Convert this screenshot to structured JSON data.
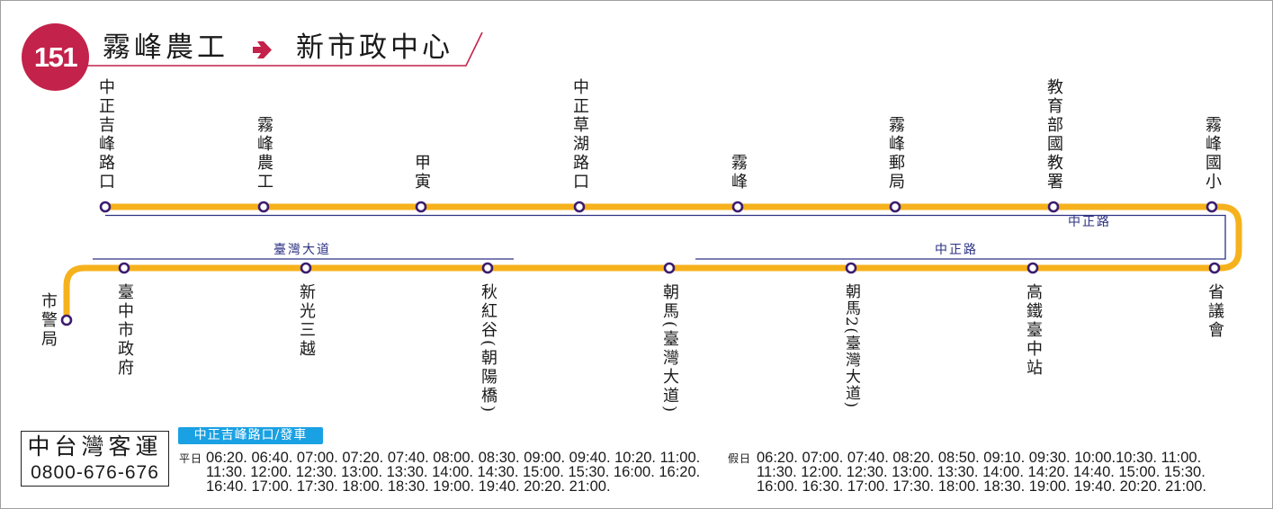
{
  "route": {
    "number": "151",
    "origin": "霧峰農工",
    "destination": "新市政中心"
  },
  "icons": {
    "direction": "arrow-right-icon"
  },
  "stops_top": [
    "中正吉峰路口",
    "霧峰農工",
    "甲寅",
    "中正草湖路口",
    "霧峰",
    "霧峰郵局",
    "教育部國教署",
    "霧峰國小"
  ],
  "stops_bottom": [
    "臺中市政府",
    "新光三越",
    "秋紅谷(朝陽橋)",
    "朝馬(臺灣大道)",
    "朝馬2(臺灣大道)",
    "高鐵臺中站",
    "省議會"
  ],
  "terminal": "市警局",
  "roads": {
    "zhongzheng_upper": "中正路",
    "zhongzheng_lower": "中正路",
    "taiwan_blvd": "臺灣大道"
  },
  "operator": {
    "name": "中台灣客運",
    "phone": "0800-676-676"
  },
  "departure_label": "中正吉峰路口/發車",
  "schedule": {
    "weekday": {
      "label": "平日",
      "lines": [
        "06:20. 06:40. 07:00. 07:20. 07:40. 08:00. 08:30. 09:00. 09:40. 10:20. 11:00.",
        "11:30. 12:00. 12:30. 13:00. 13:30. 14:00. 14:30. 15:00. 15:30. 16:00. 16:20.",
        "16:40. 17:00. 17:30. 18:00. 18:30. 19:00. 19:40. 20:20. 21:00."
      ]
    },
    "holiday": {
      "label": "假日",
      "lines": [
        "06:20. 07:00. 07:40. 08:20. 08:50. 09:10. 09:30. 10:00.10:30. 11:00.",
        "11:30. 12:00. 12:30. 13:00. 13:30. 14:00. 14:20. 14:40. 15:00. 15:30.",
        "16:00. 16:30. 17:00. 17:30. 18:00. 18:30. 19:00. 19:40. 20:20. 21:00."
      ]
    }
  },
  "colors": {
    "route_line": "#f6b21c",
    "stop_marker": "#3b1d70",
    "road_line": "#2d3282",
    "brand_red": "#c3224a",
    "departure_label_bg": "#1aa1e3"
  }
}
